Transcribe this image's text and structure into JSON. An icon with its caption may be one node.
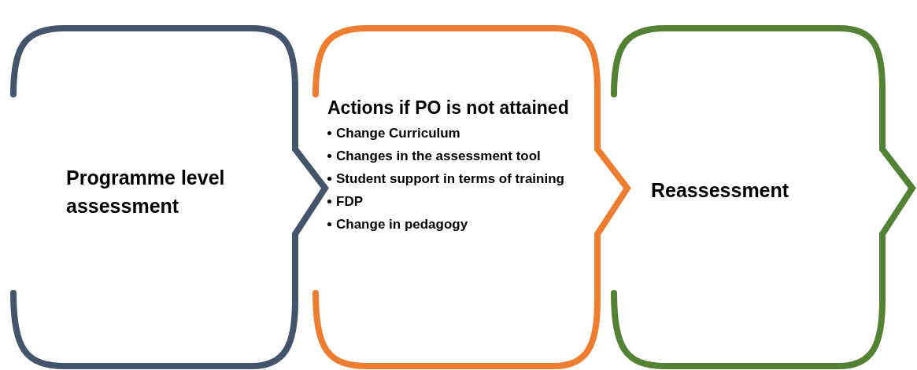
{
  "diagram": {
    "nodes": [
      {
        "text": [
          "Programme level assessment"
        ]
      },
      {
        "text": [
          "Actions if PO is not attained",
          "Change Curriculum",
          "Changes in the assessment tool",
          "Student support in terms of training",
          "FDP",
          "Change in pedagogy"
        ]
      },
      {
        "text": [
          "Reassessment"
        ]
      }
    ]
  }
}
